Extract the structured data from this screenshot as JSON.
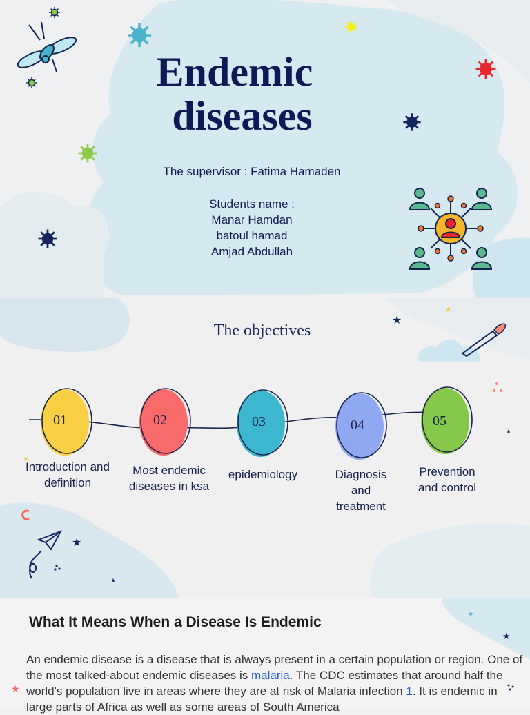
{
  "cover": {
    "title_line1": "Endemic",
    "title_line2": "diseases",
    "supervisor": "The supervisor : Fatima Hamaden",
    "students_label": "Students name :",
    "students": [
      "Manar Hamdan",
      "batoul hamad",
      "Amjad Abdullah"
    ]
  },
  "objectives": {
    "title": "The objectives",
    "steps": [
      {
        "num": "01",
        "label": "Introduction and definition",
        "color": "#f9cf44"
      },
      {
        "num": "02",
        "label": "Most endemic diseases in ksa",
        "color": "#f96a6a"
      },
      {
        "num": "03",
        "label": "epidemiology",
        "color": "#3db7cf"
      },
      {
        "num": "04",
        "label": "Diagnosis and treatment",
        "color": "#8ea8f2"
      },
      {
        "num": "05",
        "label": "Prevention and control",
        "color": "#86c84a"
      }
    ]
  },
  "article": {
    "heading": "What It Means When a Disease Is Endemic",
    "para_before_link": "An endemic disease is a disease that is always present in a certain population or region. One of the most talked-about endemic diseases is ",
    "link_text": "malaria",
    "para_after_link": ". The CDC estimates that around half the world's population live in areas where they are at risk of Malaria infection ",
    "footnote": "1",
    "para_end": ". It is endemic in large parts of Africa as well as some areas of South America"
  },
  "colors": {
    "title": "#0c1a55",
    "cloud": "#d6e9f0",
    "virus_red": "#e8262b",
    "virus_blue": "#4ab3c9",
    "virus_green": "#8ccb4a",
    "virus_navy": "#14265f",
    "virus_yellow": "#f2ef1a"
  }
}
